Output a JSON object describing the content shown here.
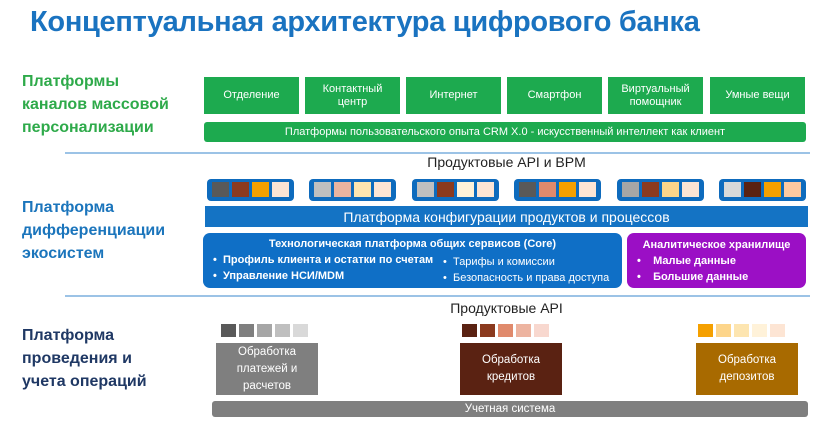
{
  "title": "Концептуальная архитектура цифрового банка",
  "levels": [
    {
      "label": "Платформы каналов массовой персонализации",
      "lines": [
        "Платформы",
        "каналов массовой",
        "персонализации"
      ],
      "color": "#2eaa4a"
    },
    {
      "label": "Платформа дифференциации экосистем",
      "lines": [
        "Платформа",
        "дифференциации",
        "экосистем"
      ],
      "color": "#1b75bc"
    },
    {
      "label": "Платформа проведения и учета операций",
      "lines": [
        "Платформа",
        "проведения и",
        "учета операций"
      ],
      "color": "#1f3864"
    }
  ],
  "channels": [
    "Отделение",
    "Контактный центр",
    "Интернет",
    "Смартфон",
    "Виртуальный помощник",
    "Умные вещи"
  ],
  "crm": "Платформы пользовательского опыта CRM X.0  - искусственный интеллект как клиент",
  "api_bpm": "Продуктовые API и BPM",
  "chip_groups": [
    [
      "#595959",
      "#8b3a1e",
      "#f5a000",
      "#fde5d4"
    ],
    [
      "#bfbfbf",
      "#e9b4a0",
      "#fde5b0",
      "#fde5d4"
    ],
    [
      "#bfbfbf",
      "#8b3a1e",
      "#fff2d9",
      "#fde5d4"
    ],
    [
      "#595959",
      "#e08a6c",
      "#f5a000",
      "#fde5d4"
    ],
    [
      "#a6a6a6",
      "#8b3a1e",
      "#fdd58a",
      "#fde5d4"
    ],
    [
      "#d9d9d9",
      "#5a2212",
      "#f5a000",
      "#fdc9a0"
    ]
  ],
  "config": "Платформа конфигурации продуктов и процессов",
  "core": {
    "title": "Технологическая платформа общих сервисов (Core)",
    "items": [
      "Профиль клиента и остатки по счетам",
      "Управление НСИ/MDM",
      "Тарифы и комиссии",
      "Безопасность и права доступа"
    ]
  },
  "analytics": {
    "title": "Аналитическое хранилище",
    "items": [
      "Малые данные",
      "Большие данные"
    ]
  },
  "product_api": "Продуктовые API",
  "processing": [
    {
      "label": "Обработка платежей и расчетов",
      "color": "#7f7f7f",
      "chips": [
        "#595959",
        "#7f7f7f",
        "#a6a6a6",
        "#bfbfbf",
        "#d9d9d9"
      ]
    },
    {
      "label": "Обработка кредитов",
      "color": "#5a2212",
      "chips": [
        "#5a2212",
        "#8b3a1e",
        "#e08a6c",
        "#edb4a0",
        "#f8d8cf"
      ]
    },
    {
      "label": "Обработка депозитов",
      "color": "#a86a00",
      "chips": [
        "#f5a000",
        "#fdd58a",
        "#fde5b0",
        "#fff2d9",
        "#fde5d4"
      ]
    }
  ],
  "accounting": "Учетная система"
}
